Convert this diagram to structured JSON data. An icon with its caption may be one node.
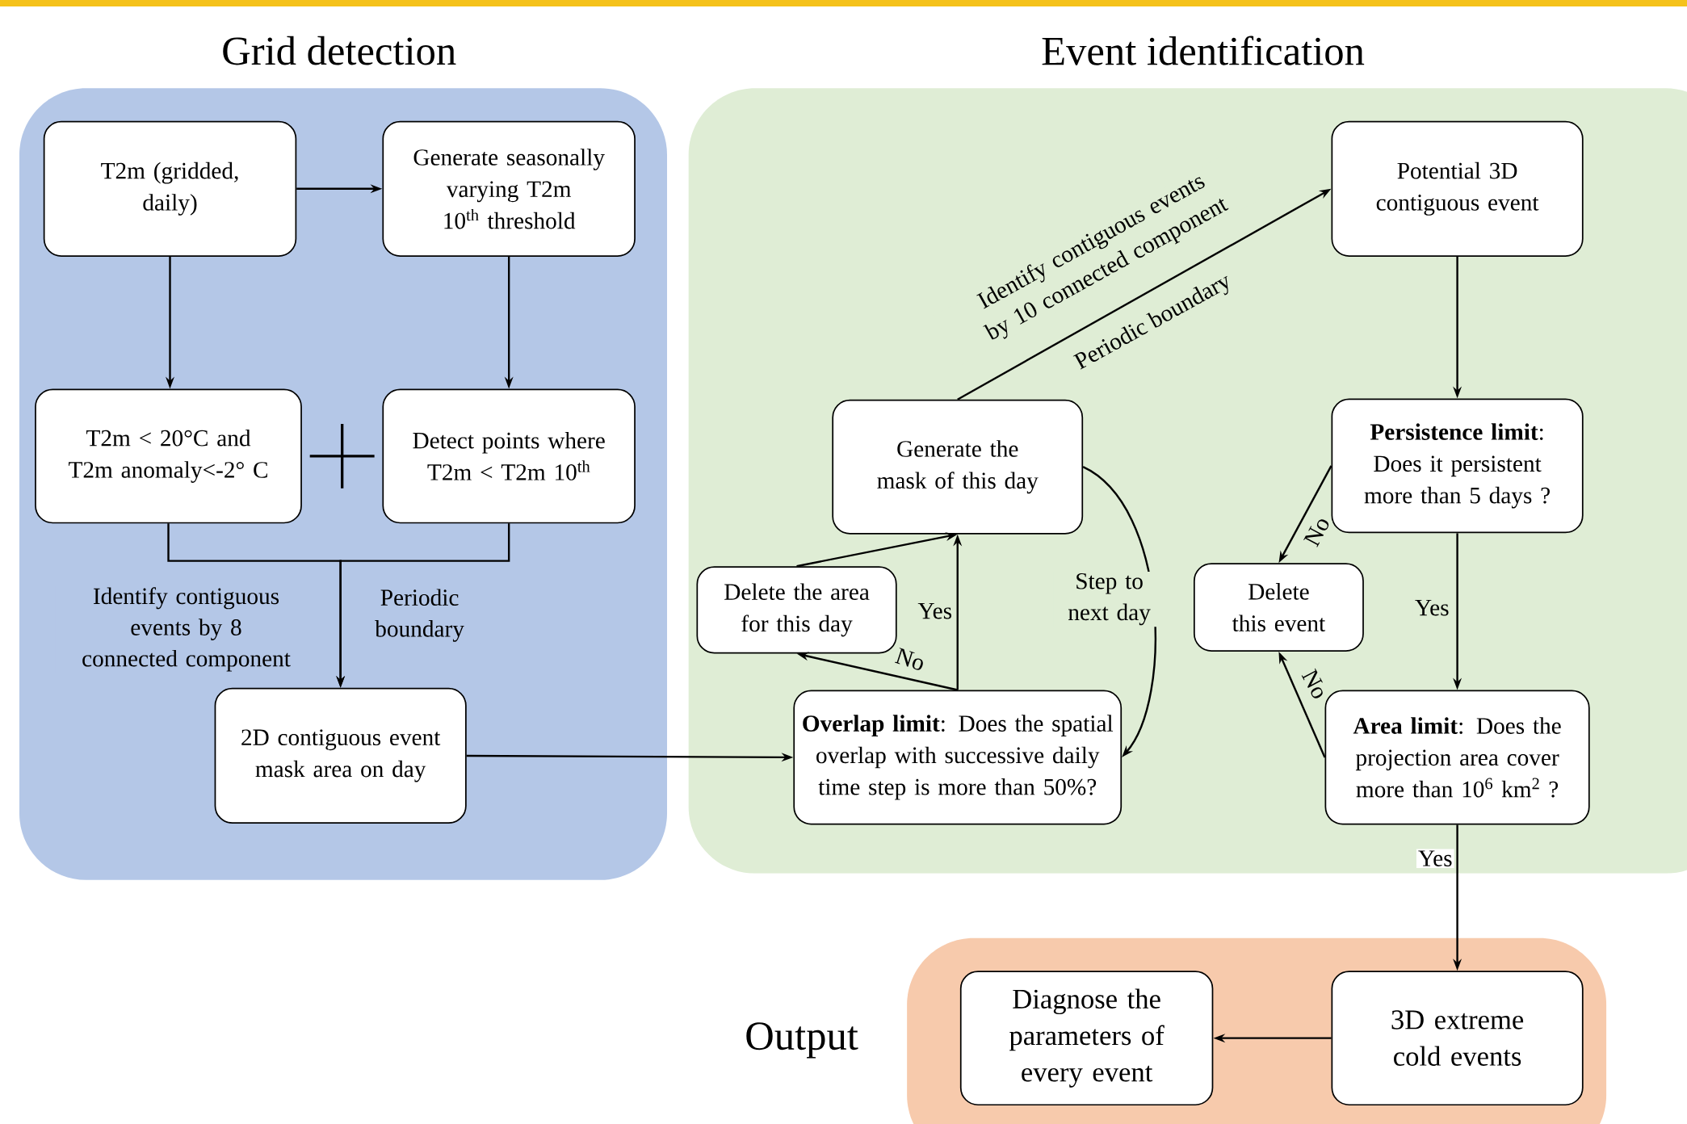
{
  "diagram": {
    "nodes": [
      {
        "text": [
          "Grid detection"
        ]
      },
      {
        "text": [
          "T2m (gridded, daily)"
        ],
        "in": 0
      },
      {
        "text": [
          "Generate seasonally varying T2m 10$^{th}$ threshold"
        ],
        "in": 0
      },
      {
        "text": [
          "T2m < 20°C and T2m anomaly<-2° C"
        ],
        "in": 0
      },
      {
        "text": [
          "Detect points where T2m < T2m 10$^{th}$"
        ],
        "in": 0
      },
      {
        "text": [
          "2D contiguous event mask area on day"
        ],
        "in": 0
      },
      {
        "text": [
          "Event identification"
        ]
      },
      {
        "text": [
          "Potential 3D contiguous event"
        ],
        "in": 6
      },
      {
        "text": [
          "Generate the mask of this day"
        ],
        "in": 6
      },
      {
        "text": [
          "**Persistence limit**: Does it persistent more than 5 days ?"
        ],
        "in": 6
      },
      {
        "text": [
          "Delete the area for this day"
        ],
        "in": 6
      },
      {
        "text": [
          "Delete this event"
        ],
        "in": 6
      },
      {
        "text": [
          "**Overlap limit**: Does the spatial overlap with successive daily time step is more than 50%?"
        ],
        "in": 6
      },
      {
        "text": [
          "**Area limit**: Does the projection area cover more than 10$^{6}$ km$^{2}$ ?"
        ],
        "in": 6
      },
      {
        "text": [
          "Output"
        ]
      },
      {
        "text": [
          "Diagnose the parameters of every event"
        ],
        "in": 14
      },
      {
        "text": [
          "3D extreme cold events"
        ],
        "in": 14
      }
    ],
    "edges": [
      {
        "from": 1,
        "to": 2,
        "arrow": "to"
      },
      {
        "from": 1,
        "to": 3,
        "arrow": "to"
      },
      {
        "from": 2,
        "to": 4,
        "arrow": "to"
      },
      {
        "from": 3,
        "to": 5,
        "arrow": "to",
        "label": "Identify contiguous events by 8 connected component"
      },
      {
        "from": 4,
        "to": 5,
        "arrow": "to",
        "label": "Periodic boundary"
      },
      {
        "from": 5,
        "to": 12,
        "arrow": "to"
      },
      {
        "from": 8,
        "to": 7,
        "arrow": "to",
        "label": "Identify contiguous events by 10 connected component"
      },
      {
        "from": 7,
        "to": 9,
        "arrow": "to"
      },
      {
        "from": 9,
        "to": 11,
        "arrow": "to",
        "label": "No"
      },
      {
        "from": 9,
        "to": 13,
        "arrow": "to",
        "label": "Yes"
      },
      {
        "from": 13,
        "to": 11,
        "arrow": "to",
        "label": "No"
      },
      {
        "from": 13,
        "to": 16,
        "arrow": "to",
        "label": "Yes"
      },
      {
        "from": 16,
        "to": 15,
        "arrow": "to"
      },
      {
        "from": 12,
        "to": 8,
        "arrow": "to",
        "label": "Yes"
      },
      {
        "from": 12,
        "to": 10,
        "arrow": "to",
        "label": "No"
      },
      {
        "from": 10,
        "to": 8,
        "arrow": "to"
      },
      {
        "from": 8,
        "to": 12,
        "arrow": "to",
        "label": "Step to next day"
      }
    ],
    "labels": [
      "Periodic boundary"
    ]
  }
}
